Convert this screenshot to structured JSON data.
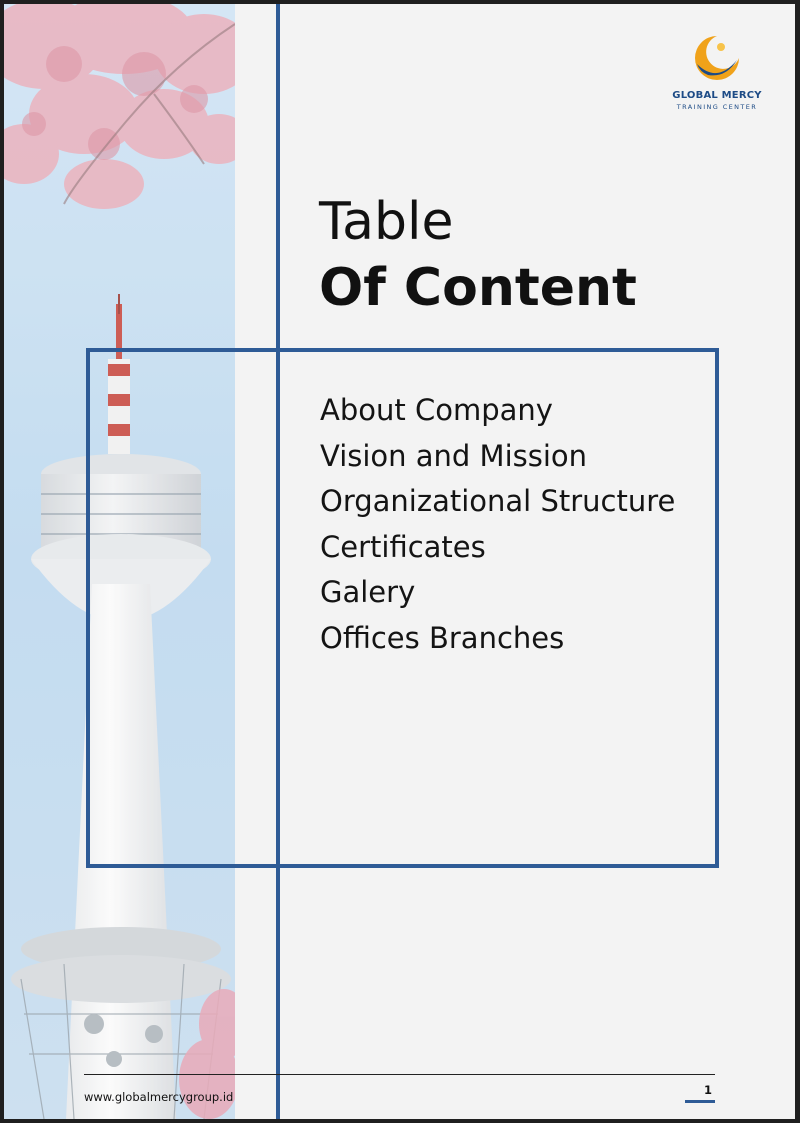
{
  "brand": {
    "name": "GLOBAL MERCY",
    "tagline": "TRAINING CENTER",
    "colors": {
      "primary_blue": "#2e5b96",
      "accent_gold": "#f0a21a"
    }
  },
  "photo": {
    "subject": "tower-photo"
  },
  "heading": {
    "line1": "Table",
    "line2": "Of Content"
  },
  "toc": {
    "items": [
      {
        "label": "About Company"
      },
      {
        "label": "Vision and Mission"
      },
      {
        "label": "Organizational Structure"
      },
      {
        "label": "Certificates"
      },
      {
        "label": "Galery"
      },
      {
        "label": "Offices Branches"
      }
    ]
  },
  "footer": {
    "website": "www.globalmercygroup.id",
    "page_number": "1"
  }
}
